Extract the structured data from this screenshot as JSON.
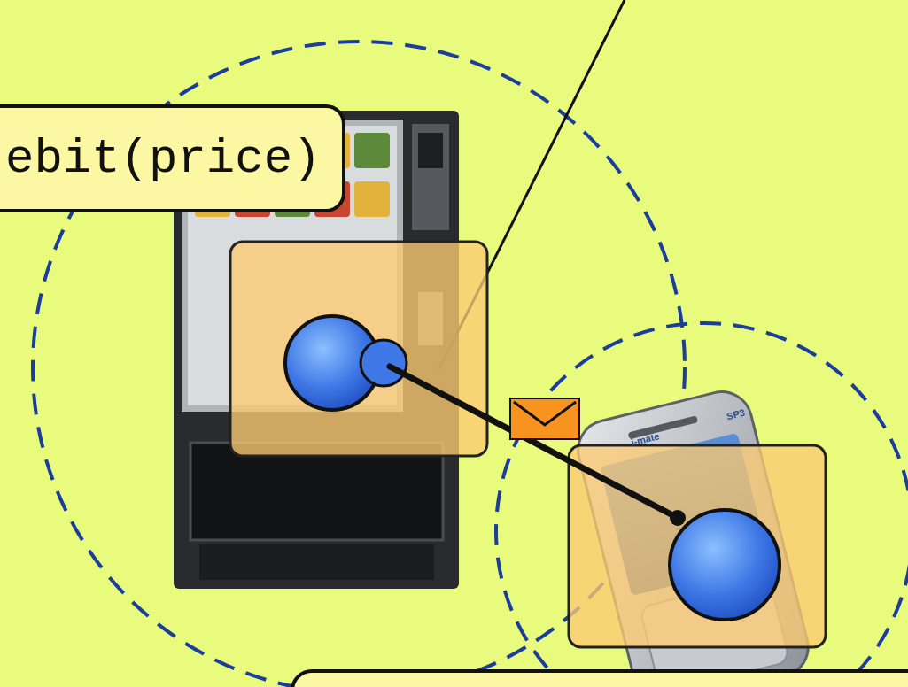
{
  "diagram": {
    "nodes": [
      {
        "text": [
          "ebit(price)"
        ]
      }
    ],
    "labels": [
      "i-mate",
      "SP3"
    ]
  }
}
